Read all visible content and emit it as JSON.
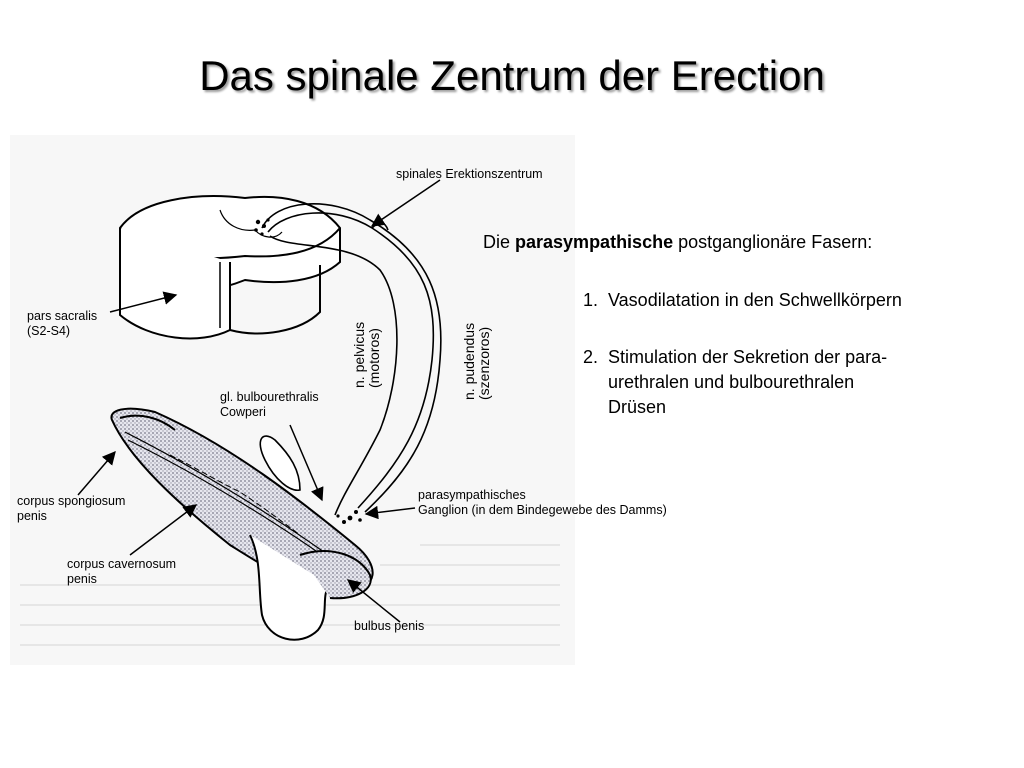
{
  "title": "Das spinale Zentrum der Erection",
  "diagram": {
    "labels": {
      "spinal_center": "spinales Erektionszentrum",
      "pars_sacralis": [
        "pars sacralis",
        "(S2-S4)"
      ],
      "n_pelvicus": [
        "n. pelvicus",
        "(motoros)"
      ],
      "n_pudendus": [
        "n. pudendus",
        "(szenzoros)"
      ],
      "gl_bulbourethralis": [
        "gl. bulbourethralis",
        "Cowperi"
      ],
      "corpus_spongiosum": [
        "corpus spongiosum",
        "penis"
      ],
      "corpus_cavernosum": [
        "corpus cavernosum",
        "penis"
      ],
      "ganglion": [
        "parasympathisches",
        "Ganglion (in dem  Bindegewebe des Damms)"
      ],
      "bulbus_penis": "bulbus penis"
    }
  },
  "text": {
    "intro_prefix": "Die ",
    "intro_bold": "parasympathische",
    "intro_suffix": " postganglionäre  Fasern:",
    "points": [
      {
        "num": "1.",
        "lines": [
          "Vasodilatation in den Schwellkörpern"
        ]
      },
      {
        "num": "2.",
        "lines": [
          "Stimulation der Sekretion der para-",
          "urethralen und bulbourethralen",
          "Drüsen"
        ]
      }
    ]
  }
}
